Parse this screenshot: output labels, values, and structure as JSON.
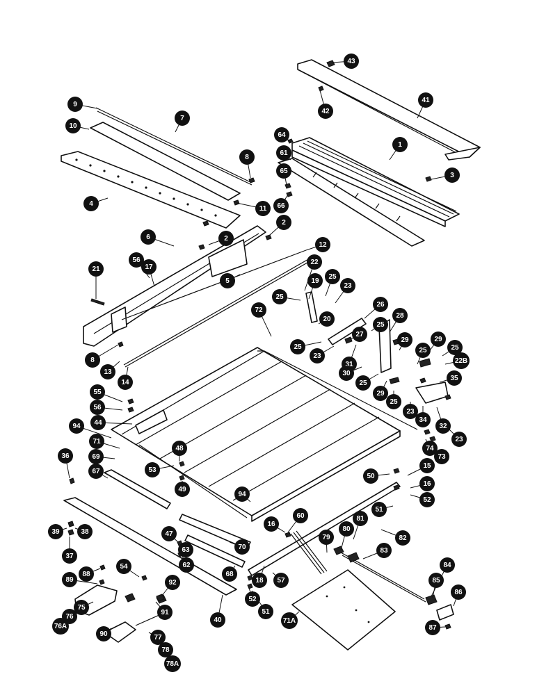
{
  "diagram": {
    "callouts": [
      {
        "label": "43"
      },
      {
        "label": "41"
      },
      {
        "label": "42"
      },
      {
        "label": "1"
      },
      {
        "label": "3"
      },
      {
        "label": "64"
      },
      {
        "label": "61"
      },
      {
        "label": "65"
      },
      {
        "label": "66"
      },
      {
        "label": "9"
      },
      {
        "label": "7"
      },
      {
        "label": "10"
      },
      {
        "label": "8"
      },
      {
        "label": "4"
      },
      {
        "label": "11"
      },
      {
        "label": "2"
      },
      {
        "label": "2"
      },
      {
        "label": "6"
      },
      {
        "label": "12"
      },
      {
        "label": "5"
      },
      {
        "label": "21"
      },
      {
        "label": "56"
      },
      {
        "label": "17"
      },
      {
        "label": "8"
      },
      {
        "label": "13"
      },
      {
        "label": "14"
      },
      {
        "label": "22"
      },
      {
        "label": "19"
      },
      {
        "label": "25"
      },
      {
        "label": "23"
      },
      {
        "label": "25"
      },
      {
        "label": "26"
      },
      {
        "label": "20"
      },
      {
        "label": "25"
      },
      {
        "label": "28"
      },
      {
        "label": "25"
      },
      {
        "label": "27"
      },
      {
        "label": "23"
      },
      {
        "label": "31"
      },
      {
        "label": "29"
      },
      {
        "label": "29"
      },
      {
        "label": "25"
      },
      {
        "label": "22B"
      },
      {
        "label": "25"
      },
      {
        "label": "30"
      },
      {
        "label": "25"
      },
      {
        "label": "35"
      },
      {
        "label": "29"
      },
      {
        "label": "25"
      },
      {
        "label": "23"
      },
      {
        "label": "32"
      },
      {
        "label": "34"
      },
      {
        "label": "23"
      },
      {
        "label": "72"
      },
      {
        "label": "55"
      },
      {
        "label": "56"
      },
      {
        "label": "94"
      },
      {
        "label": "44"
      },
      {
        "label": "71"
      },
      {
        "label": "48"
      },
      {
        "label": "69"
      },
      {
        "label": "53"
      },
      {
        "label": "74"
      },
      {
        "label": "73"
      },
      {
        "label": "36"
      },
      {
        "label": "67"
      },
      {
        "label": "49"
      },
      {
        "label": "50"
      },
      {
        "label": "15"
      },
      {
        "label": "16"
      },
      {
        "label": "52"
      },
      {
        "label": "94"
      },
      {
        "label": "51"
      },
      {
        "label": "16"
      },
      {
        "label": "60"
      },
      {
        "label": "39"
      },
      {
        "label": "38"
      },
      {
        "label": "37"
      },
      {
        "label": "47"
      },
      {
        "label": "70"
      },
      {
        "label": "63"
      },
      {
        "label": "62"
      },
      {
        "label": "79"
      },
      {
        "label": "80"
      },
      {
        "label": "81"
      },
      {
        "label": "82"
      },
      {
        "label": "83"
      },
      {
        "label": "88"
      },
      {
        "label": "68"
      },
      {
        "label": "18"
      },
      {
        "label": "57"
      },
      {
        "label": "84"
      },
      {
        "label": "54"
      },
      {
        "label": "89"
      },
      {
        "label": "92"
      },
      {
        "label": "52"
      },
      {
        "label": "85"
      },
      {
        "label": "86"
      },
      {
        "label": "75"
      },
      {
        "label": "91"
      },
      {
        "label": "76"
      },
      {
        "label": "51"
      },
      {
        "label": "71A"
      },
      {
        "label": "76A"
      },
      {
        "label": "40"
      },
      {
        "label": "87"
      },
      {
        "label": "90"
      },
      {
        "label": "77"
      },
      {
        "label": "78"
      },
      {
        "label": "78A"
      }
    ]
  }
}
